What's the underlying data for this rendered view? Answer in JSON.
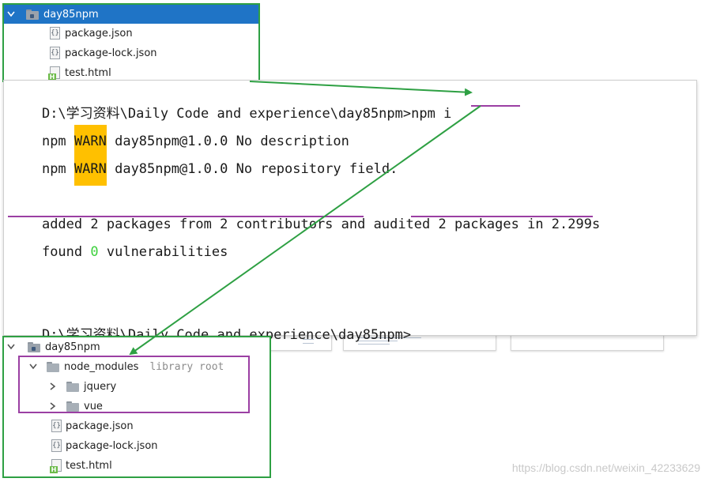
{
  "top_tree": {
    "root": "day85npm",
    "files": [
      "package.json",
      "package-lock.json",
      "test.html"
    ]
  },
  "terminal": {
    "line1_prompt": "D:\\学习资料\\Daily Code and experience\\day85npm>",
    "line1_cmd": "npm i",
    "warn_prefix": "npm ",
    "warn_label": "WARN",
    "warn1_msg": " day85npm@1.0.0 No description",
    "warn2_msg": " day85npm@1.0.0 No repository field.",
    "added": "added 2 packages from 2 contributors",
    "and": " and ",
    "audited": "audited 2 packages",
    "time": " in 2.299s",
    "found": "found ",
    "found_count": "0",
    "vulns": " vulnerabilities",
    "last_prompt": "D:\\学习资料\\Daily Code and experience\\day85npm>"
  },
  "bottom_tree": {
    "root": "day85npm",
    "node_modules": "node_modules",
    "library_root": "library root",
    "children": [
      "jquery",
      "vue"
    ],
    "files": [
      "package.json",
      "package-lock.json",
      "test.html"
    ]
  },
  "icons": {
    "expand": "chevron-down-icon",
    "collapse": "chevron-right-icon",
    "folder": "folder-icon",
    "json": "json-file-icon",
    "html": "html-file-icon"
  },
  "colors": {
    "green_annotation": "#2ea043",
    "purple_annotation": "#9b3fa3",
    "warn_highlight": "#ffc000",
    "selection": "#1f74c6",
    "zero_vulns": "#3cd03c"
  },
  "watermark": "https://blog.csdn.net/weixin_42233629"
}
